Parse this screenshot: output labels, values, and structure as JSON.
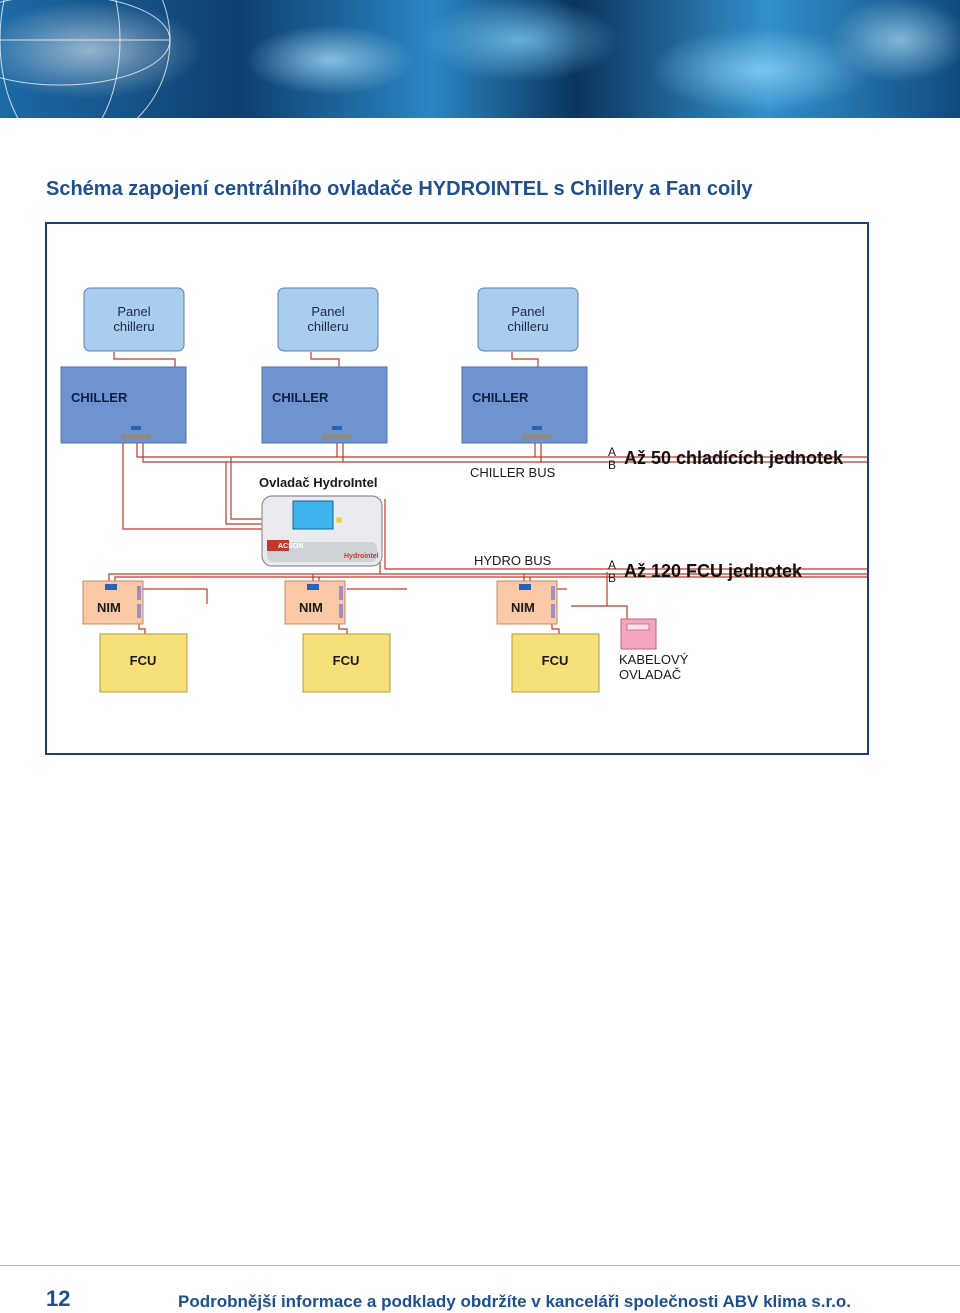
{
  "title": "Schéma zapojení centrálního ovladače HYDROINTEL s Chillery a Fan coily",
  "diagram": {
    "panels": [
      "Panel\nchilleru",
      "Panel\nchilleru",
      "Panel\nchilleru"
    ],
    "chillers": [
      "CHILLER",
      "CHILLER",
      "CHILLER"
    ],
    "controller_label": "Ovladač HydroIntel",
    "controller_brand": "Hydrointel",
    "controller_logo": "ACSON",
    "chiller_bus_label": "CHILLER BUS",
    "hydro_bus_label": "HYDRO BUS",
    "ab_a": "A",
    "ab_b": "B",
    "chiller_capacity": "Až 50 chladících jednotek",
    "fcu_capacity": "Až 120 FCU jednotek",
    "nims": [
      "NIM",
      "NIM",
      "NIM"
    ],
    "fcus": [
      "FCU",
      "FCU",
      "FCU"
    ],
    "wired_controller": "KABELOVÝ\nOVLADAČ",
    "colors": {
      "panel": "#a9cdee",
      "chiller": "#6f93cf",
      "nim": "#f9c9a6",
      "fcu": "#f7e07a",
      "wire": "#c0392b",
      "frame": "#1a3f7a",
      "title": "#1f4f8f"
    }
  },
  "footer": {
    "page_number": "12",
    "note": "Podrobnější informace a podklady obdržíte v kanceláři společnosti ABV klima s.r.o."
  }
}
